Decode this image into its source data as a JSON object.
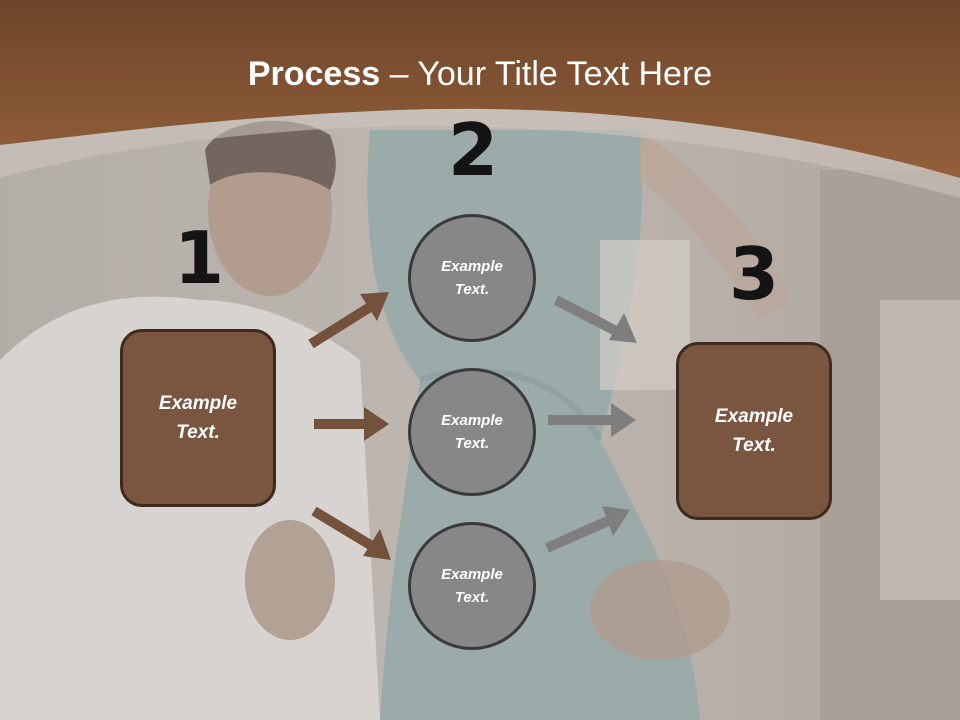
{
  "slide": {
    "title_strong": "Process",
    "title_rest": " – Your Title Text Here",
    "numbers": [
      "1",
      "2",
      "3"
    ],
    "left_box": "Example Text.",
    "right_box": "Example Text.",
    "circles": [
      "Example Text.",
      "Example Text.",
      "Example Text."
    ]
  },
  "colors": {
    "header_brown": "#8a5a3a",
    "box_brown": "#7a5640",
    "circle_gray": "#878787",
    "arrow_brown": "#74513a",
    "arrow_gray": "#7e7e7e"
  }
}
